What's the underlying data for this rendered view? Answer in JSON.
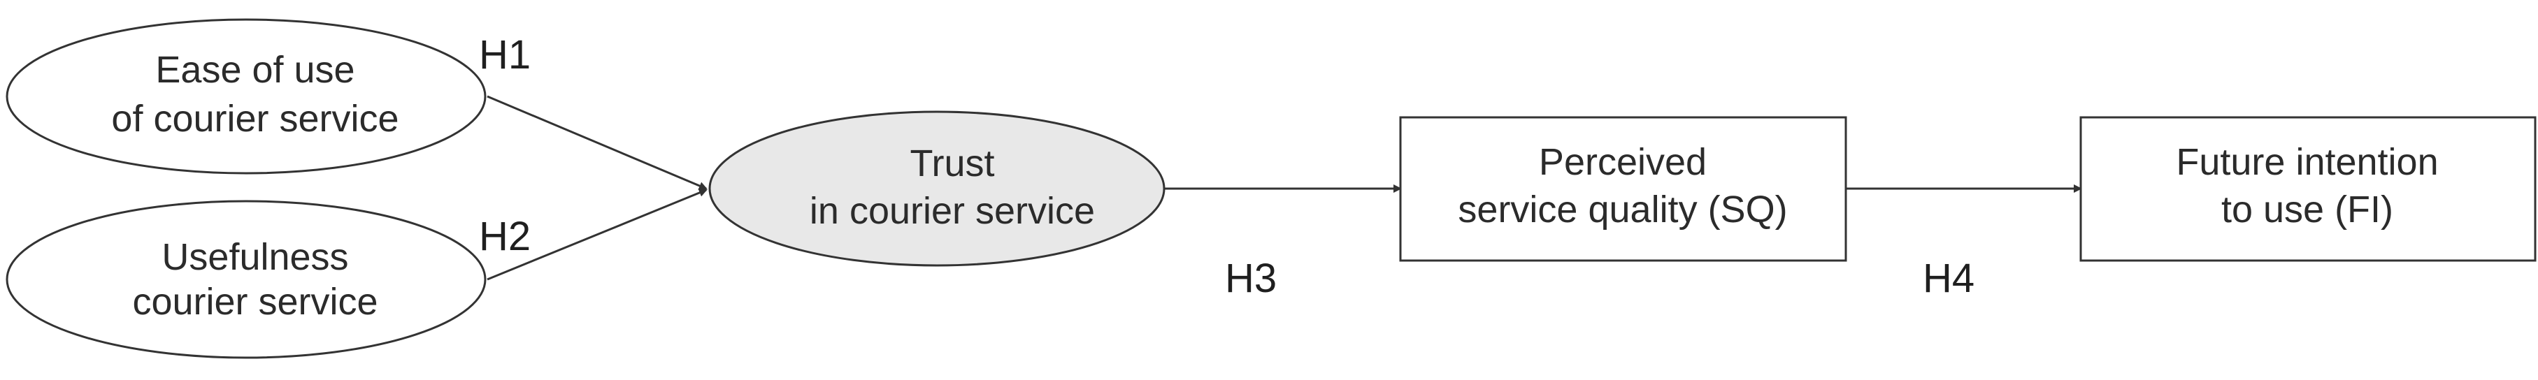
{
  "nodes": {
    "ease_of_use": {
      "line1": "Ease of use",
      "line2": "of courier service"
    },
    "usefulness": {
      "line1": "Usefulness",
      "line2": "courier service"
    },
    "trust": {
      "line1": "Trust",
      "line2": "in courier service"
    },
    "service_quality": {
      "line1": "Perceived",
      "line2": "service quality (SQ)"
    },
    "future_intention": {
      "line1": "Future intention",
      "line2": "to use (FI)"
    }
  },
  "hypotheses": {
    "h1": "H1",
    "h2": "H2",
    "h3": "H3",
    "h4": "H4"
  },
  "colors": {
    "stroke": "#333333",
    "highlight_fill": "#e8e8e8",
    "text": "#2b2b2b"
  }
}
